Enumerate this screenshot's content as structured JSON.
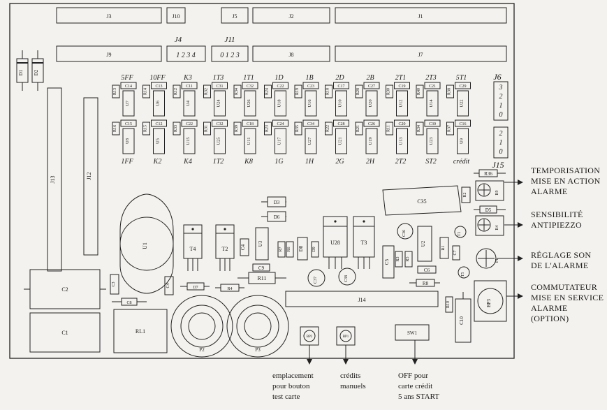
{
  "connectors": {
    "top": [
      {
        "id": "j3",
        "label": "J3"
      },
      {
        "id": "j10",
        "label": "J10"
      },
      {
        "id": "j5",
        "label": "J5"
      },
      {
        "id": "j2",
        "label": "J2"
      },
      {
        "id": "j1",
        "label": "J1"
      }
    ],
    "second": [
      {
        "id": "j9",
        "label": "J9"
      },
      {
        "id": "j8",
        "label": "J8"
      },
      {
        "id": "j7",
        "label": "J7"
      }
    ],
    "j4": {
      "label": "J4",
      "pins": "1 2 3 4"
    },
    "j11": {
      "label": "J11",
      "pins": "0 1 2 3"
    },
    "j6": {
      "label": "J6",
      "pins": [
        "3",
        "2",
        "1",
        "0"
      ]
    },
    "j15": {
      "label": "J15",
      "pins": [
        "2",
        "1",
        "0"
      ]
    },
    "j13": "J13",
    "j12": "J12",
    "j14": "J14"
  },
  "diodes_left": [
    "D1",
    "D2"
  ],
  "upper_row": {
    "top_labels": [
      "5FF",
      "10FF",
      "K3",
      "1T3",
      "1T1",
      "1D",
      "1B",
      "2D",
      "2B",
      "2T1",
      "2T3",
      "5T1"
    ],
    "resistors": [
      "R13",
      "R14",
      "R12",
      "R32",
      "R34",
      "R24",
      "R19",
      "R18",
      "R28",
      "R30",
      "R40",
      "R38"
    ],
    "caps": [
      "C14",
      "C13",
      "C11",
      "C31",
      "C32",
      "C22",
      "C23",
      "C17",
      "C27",
      "C19",
      "C21",
      "C29"
    ],
    "ics": [
      "U7",
      "U6",
      "U4",
      "U24",
      "U26",
      "U18",
      "U16",
      "U10",
      "U20",
      "U12",
      "U14",
      "U22"
    ]
  },
  "lower_row": {
    "resistors": [
      "R16",
      "R15",
      "R33",
      "R31",
      "R39",
      "R23",
      "R35",
      "R22",
      "R21",
      "R11",
      "R34",
      "R37"
    ],
    "caps": [
      "C15",
      "C12",
      "C22",
      "C32",
      "C18",
      "C24",
      "C34",
      "C28",
      "C26",
      "C20",
      "C30",
      "C16"
    ],
    "ics": [
      "U8",
      "U5",
      "U15",
      "U25",
      "U11",
      "U17",
      "U27",
      "U21",
      "U19",
      "U13",
      "U23",
      "U9"
    ],
    "bottom_labels": [
      "1FF",
      "K2",
      "K4",
      "1T2",
      "K8",
      "1G",
      "1H",
      "2G",
      "2H",
      "2T2",
      "ST2",
      "crédit"
    ]
  },
  "components": {
    "u1": "U1",
    "t4": "T4",
    "t2": "T2",
    "c4": "C4",
    "u3": "U3",
    "c9": "C9",
    "r11": "R11",
    "d3": "D3",
    "d6": "D6",
    "r7": "R7",
    "r6": "R6",
    "d8": "D8",
    "d9": "D9",
    "u28": "U28",
    "t3": "T3",
    "c36": "C36",
    "c37": "C37",
    "c38": "C38",
    "c5": "C5",
    "r3": "R3",
    "r5": "R5",
    "u2": "U2",
    "r1": "R1",
    "c7": "C7",
    "c6": "C6",
    "r8": "R8",
    "t5": "T5",
    "c35": "C35",
    "r2": "R2",
    "r36": "R36",
    "r9": "R9",
    "d5": "D5",
    "t1": "T1",
    "r4": "R4",
    "p1": "P1",
    "bp3": "BP3",
    "r10": "R10",
    "c10": "C10",
    "c2": "C2",
    "c1": "C1",
    "c3": "C3",
    "c8": "C8",
    "r4b": "R4",
    "d7": "D7",
    "rl1": "RL1",
    "p2": "P2",
    "p3": "P3",
    "bp2": "BP2",
    "bp1": "BP1",
    "sw1": "SW1"
  },
  "annotations": {
    "temporisation": [
      "TEMPORISATION",
      "MISE EN ACTION",
      "ALARME"
    ],
    "sensibilite": [
      "SENSIBILITÉ",
      "ANTIPIEZZO"
    ],
    "reglage": [
      "RÉGLAGE SON",
      "DE L'ALARME"
    ],
    "commutateur": [
      "COMMUTATEUR",
      "MISE EN SERVICE",
      "ALARME (OPTION)"
    ],
    "emplacement": [
      "emplacement",
      "pour bouton",
      "test carte"
    ],
    "credits": [
      "crédits",
      "manuels"
    ],
    "off": [
      "OFF pour",
      "carte crédit",
      "5 ans START"
    ]
  }
}
